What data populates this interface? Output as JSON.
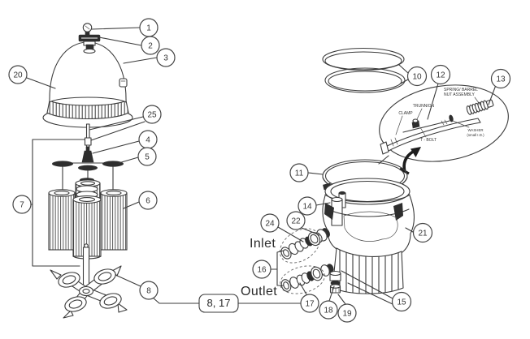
{
  "figure": {
    "type": "exploded-parts-diagram",
    "subject": "cartridge-filter",
    "colors": {
      "line": "#3b3b3b",
      "dark": "#2e2e2e",
      "paper": "#ffffff"
    },
    "callouts": {
      "c1": "1",
      "c2": "2",
      "c3": "3",
      "c4": "4",
      "c5": "5",
      "c6": "6",
      "c7": "7",
      "c8": "8",
      "c10": "10",
      "c11": "11",
      "c12": "12",
      "c13": "13",
      "c14": "14",
      "c15": "15",
      "c16": "16",
      "c17": "17",
      "c18": "18",
      "c19": "19",
      "c20": "20",
      "c21": "21",
      "c22": "22",
      "c24": "24",
      "c25": "25"
    },
    "ref_box": "8, 17",
    "ports": {
      "inlet": "Inlet",
      "outlet": "Outlet"
    },
    "bubble": {
      "spring1": "SPRING/ BARREL",
      "spring2": "NUT ASSEMBLY",
      "trunnion": "TRUNNION",
      "clamp": "CLAMP",
      "tbolt": "T - BOLT",
      "washer1": "WASHER",
      "washer2": "(small I.D.)"
    }
  }
}
